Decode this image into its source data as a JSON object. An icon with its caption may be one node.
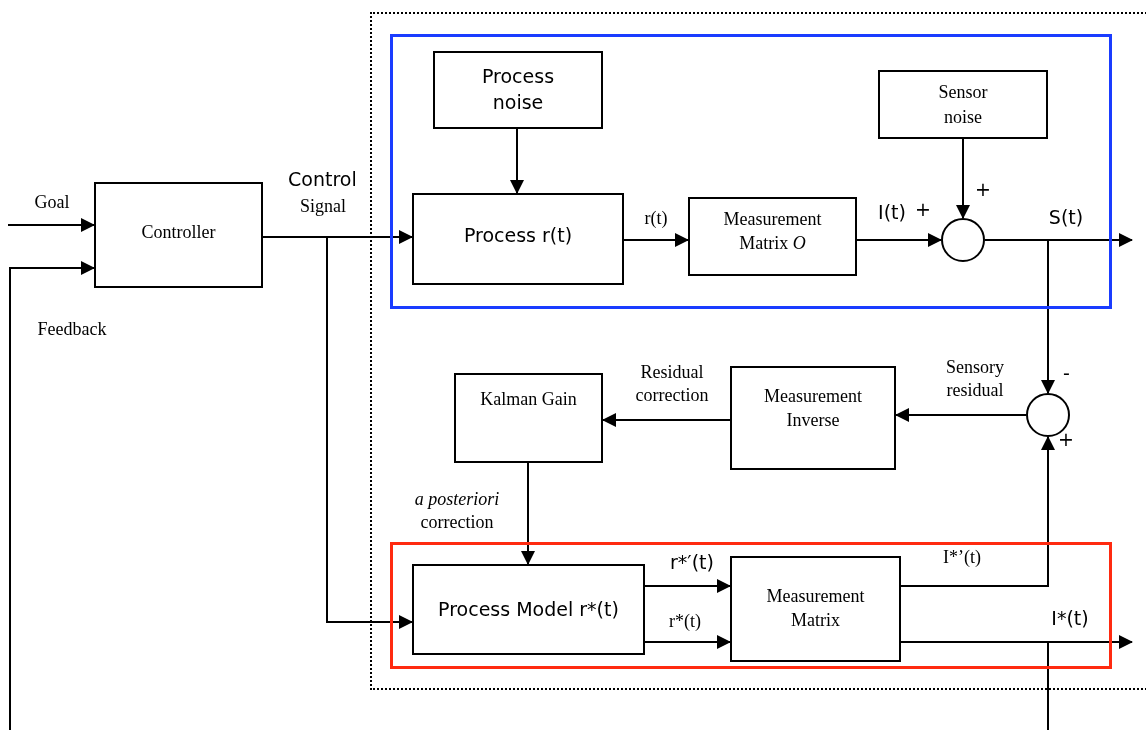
{
  "diagram": {
    "nodes": [
      {
        "text": [],
        "shape": "box"
      },
      {
        "text": [],
        "shape": "box",
        "in": 0
      },
      {
        "text": [
          "Process noise"
        ],
        "in": 1
      },
      {
        "text": [
          "Sensor noise"
        ],
        "in": 1
      },
      {
        "text": [
          "Controller"
        ]
      },
      {
        "text": [
          "Process r(t)"
        ],
        "in": 1
      },
      {
        "text": [
          "Measurement Matrix *O*"
        ],
        "in": 1
      },
      {
        "text": [],
        "shape": "circle",
        "in": 1
      },
      {
        "text": [
          "Kalman Gain"
        ],
        "in": 0
      },
      {
        "text": [
          "Measurement Inverse"
        ],
        "in": 0
      },
      {
        "text": [],
        "shape": "circle",
        "in": 0
      },
      {
        "text": [],
        "shape": "box",
        "in": 0
      },
      {
        "text": [
          "Process Model r*(t)"
        ],
        "in": 11
      },
      {
        "text": [
          "Measurement Matrix"
        ],
        "in": 11
      }
    ],
    "edges": [
      {
        "from": null,
        "to": 4,
        "arrow": "to",
        "label": "Goal"
      },
      {
        "from": null,
        "to": 4,
        "arrow": "to",
        "label": "Feedback"
      },
      {
        "from": 4,
        "to": 5,
        "arrow": "to"
      },
      {
        "from": 4,
        "to": 12,
        "arrow": "to"
      },
      {
        "from": 2,
        "to": 5,
        "arrow": "to"
      },
      {
        "from": 5,
        "to": 6,
        "arrow": "to",
        "label": "r(t)"
      },
      {
        "from": 6,
        "to": 7,
        "arrow": "to",
        "label": "I(t)"
      },
      {
        "from": 3,
        "to": 7,
        "arrow": "to"
      },
      {
        "from": 7,
        "to": null,
        "arrow": "to",
        "label": "S(t)"
      },
      {
        "from": 7,
        "to": 10,
        "arrow": "to"
      },
      {
        "from": 10,
        "to": 9,
        "arrow": "to",
        "label": "Sensory residual"
      },
      {
        "from": 9,
        "to": 8,
        "arrow": "to",
        "label": "Residual correction"
      },
      {
        "from": 8,
        "to": 12,
        "arrow": "to",
        "label": "*a posteriori* correction"
      },
      {
        "from": 12,
        "to": 13,
        "arrow": "to",
        "label": "r*′(t)"
      },
      {
        "from": 12,
        "to": 13,
        "arrow": "to",
        "label": "r*(t)"
      },
      {
        "from": 13,
        "to": 10,
        "arrow": "to",
        "label": "I*’(t)"
      },
      {
        "from": 13,
        "to": null,
        "arrow": "to",
        "label": "I*(t)"
      },
      {
        "from": 13,
        "to": null,
        "arrow": "none"
      }
    ],
    "labels": [
      "Control",
      "Signal",
      "+",
      "+",
      "-",
      "+"
    ]
  }
}
